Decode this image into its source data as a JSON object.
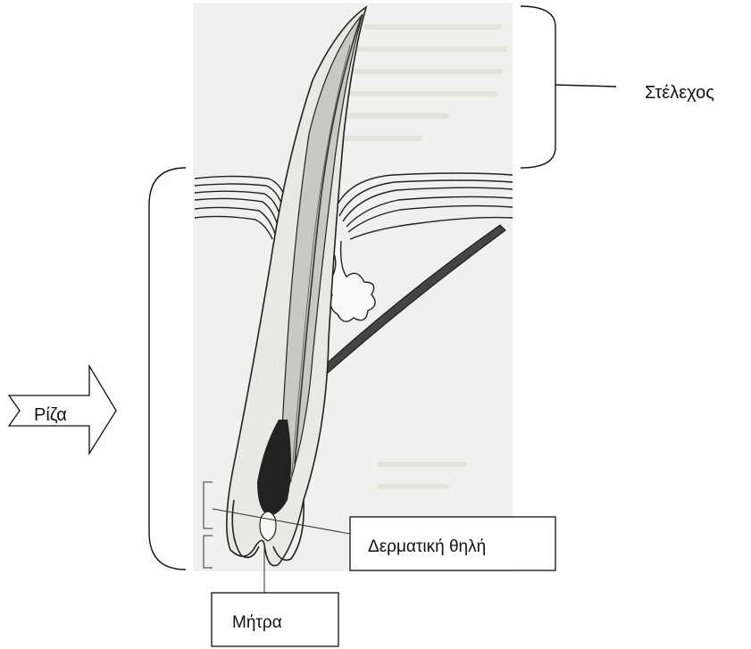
{
  "labels": {
    "shaft": "Στέλεχος",
    "root": "Ρίζα",
    "dermal_papilla": "Δερματική θηλή",
    "matrix": "Μήτρα"
  },
  "icons": {
    "root_arrow": "right-arrow-icon"
  }
}
